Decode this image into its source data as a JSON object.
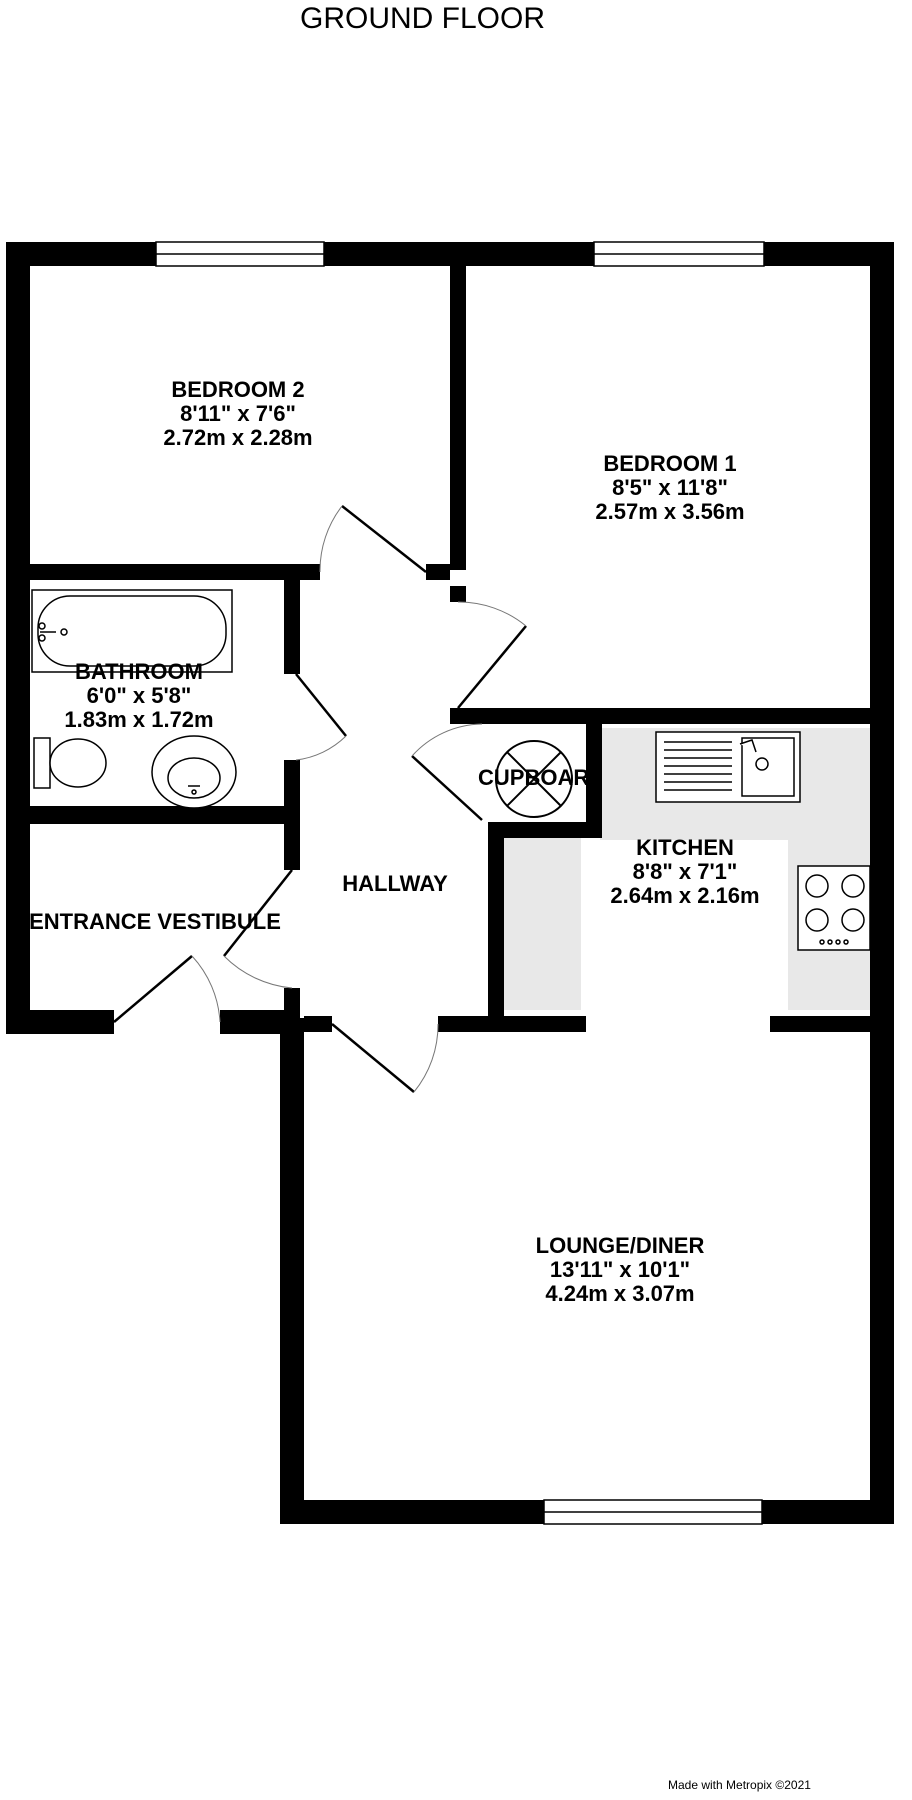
{
  "floor_title": "GROUND FLOOR",
  "rooms": {
    "bedroom_2": {
      "name": "BEDROOM 2",
      "imperial": "8'11\"  x 7'6\"",
      "metric": "2.72m  x 2.28m"
    },
    "bedroom_1": {
      "name": "BEDROOM 1",
      "imperial": "8'5\"  x 11'8\"",
      "metric": "2.57m  x 3.56m"
    },
    "bathroom": {
      "name": "BATHROOM",
      "imperial": "6'0\"  x 5'8\"",
      "metric": "1.83m  x 1.72m"
    },
    "cupboard": {
      "name": "CUPBOARD"
    },
    "kitchen": {
      "name": "KITCHEN",
      "imperial": "8'8\"  x 7'1\"",
      "metric": "2.64m  x 2.16m"
    },
    "hallway": {
      "name": "HALLWAY"
    },
    "entrance_vestibule": {
      "name": "ENTRANCE VESTIBULE"
    },
    "lounge_diner": {
      "name": "LOUNGE/DINER",
      "imperial": "13'11\"  x 10'1\"",
      "metric": "4.24m  x 3.07m"
    }
  },
  "credit": "Made with Metropix ©2021"
}
